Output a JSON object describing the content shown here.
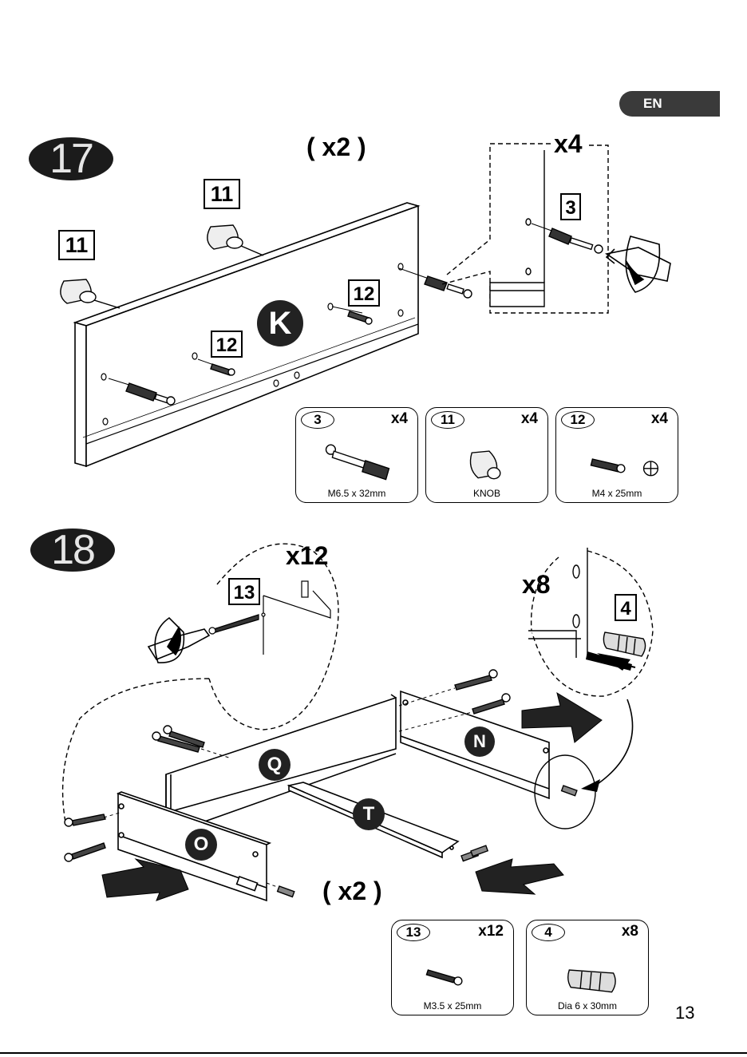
{
  "header": {
    "language_tab": "EN"
  },
  "step17": {
    "number": "17",
    "quantity_label": "( x2 )",
    "detail_quantity": "x4",
    "panel_letter": "K",
    "callouts": {
      "part3": "3",
      "part11_a": "11",
      "part11_b": "11",
      "part12_a": "12",
      "part12_b": "12"
    },
    "parts": [
      {
        "id": "3",
        "qty": "x4",
        "desc": "M6.5 x 32mm",
        "icon": "cam-bolt-icon"
      },
      {
        "id": "11",
        "qty": "x4",
        "desc": "KNOB",
        "icon": "knob-icon"
      },
      {
        "id": "12",
        "qty": "x4",
        "desc": "M4 x 25mm",
        "icon": "screw-icon"
      }
    ]
  },
  "step18": {
    "number": "18",
    "detail_quantity_screw": "x12",
    "detail_quantity_dowel": "x8",
    "quantity_label": "( x2 )",
    "callouts": {
      "part13": "13",
      "part4": "4"
    },
    "panel_letters": {
      "q": "Q",
      "n": "N",
      "t": "T",
      "o": "O"
    },
    "parts": [
      {
        "id": "13",
        "qty": "x12",
        "desc": "M3.5 x 25mm",
        "icon": "screw-icon"
      },
      {
        "id": "4",
        "qty": "x8",
        "desc": "Dia 6 x 30mm",
        "icon": "dowel-icon"
      }
    ]
  },
  "footer": {
    "page_number": "13"
  }
}
